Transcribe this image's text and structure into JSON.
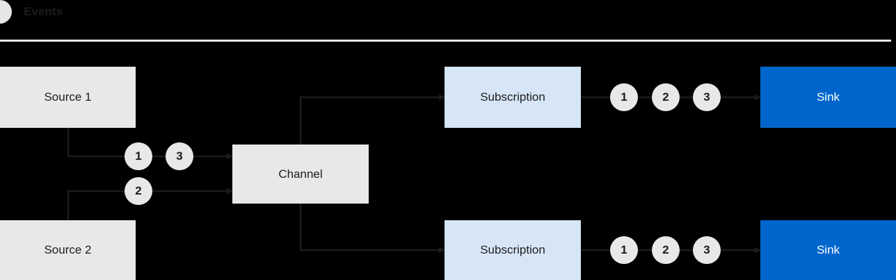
{
  "legend": {
    "icon": "events-circle-icon",
    "label": "Events",
    "dot_color": "#e6e6e6"
  },
  "divider": {
    "color": "#e9e9e9"
  },
  "colors": {
    "background": "#000000",
    "source_fill": "#e8e8e8",
    "channel_fill": "#e8e8e8",
    "subscription_fill": "#d6e6f7",
    "sink_fill": "#0066cc",
    "sink_text": "#ffffff",
    "connector": "#1c1c1c",
    "event_fill": "#e8e8e8"
  },
  "diagram": {
    "nodes": {
      "source_1": {
        "label": "Source 1",
        "type": "source"
      },
      "source_2": {
        "label": "Source 2",
        "type": "source"
      },
      "channel": {
        "label": "Channel",
        "type": "channel"
      },
      "subscription_top": {
        "label": "Subscription",
        "type": "subscription"
      },
      "subscription_bottom": {
        "label": "Subscription",
        "type": "subscription"
      },
      "sink_top": {
        "label": "Sink",
        "type": "sink"
      },
      "sink_bottom": {
        "label": "Sink",
        "type": "sink"
      }
    },
    "events": {
      "source1_to_channel": [
        "1",
        "3"
      ],
      "source2_to_channel": [
        "2"
      ],
      "subscription_top_to_sink": [
        "1",
        "2",
        "3"
      ],
      "subscription_bottom_to_sink": [
        "1",
        "2",
        "3"
      ]
    }
  }
}
